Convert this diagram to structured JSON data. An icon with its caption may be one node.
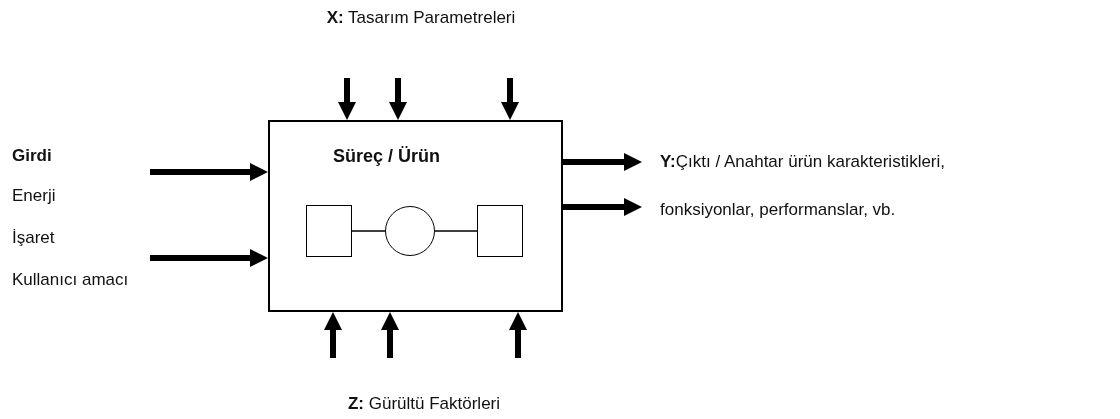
{
  "diagram": {
    "nodes": [
      {
        "text": [
          "Süreç / Ürün"
        ]
      },
      {
        "text": [],
        "shape": "box",
        "in": 0
      },
      {
        "text": [],
        "shape": "circle",
        "in": 0
      },
      {
        "text": [],
        "shape": "box",
        "in": 0
      }
    ],
    "edges": [
      {
        "from": 1,
        "to": 2,
        "arrow": "none"
      },
      {
        "from": 2,
        "to": 3,
        "arrow": "none"
      },
      {
        "from": null,
        "to": 0,
        "arrow": "to"
      },
      {
        "from": null,
        "to": 0,
        "arrow": "to"
      },
      {
        "from": null,
        "to": 0,
        "arrow": "to"
      },
      {
        "from": null,
        "to": 0,
        "arrow": "to"
      },
      {
        "from": null,
        "to": 0,
        "arrow": "to"
      },
      {
        "from": 0,
        "to": null,
        "arrow": "to"
      },
      {
        "from": 0,
        "to": null,
        "arrow": "to"
      },
      {
        "from": null,
        "to": 0,
        "arrow": "to"
      },
      {
        "from": null,
        "to": 0,
        "arrow": "to"
      },
      {
        "from": null,
        "to": 0,
        "arrow": "to"
      }
    ],
    "labels": [
      "**X:** Tasarım Parametreleri",
      "Girdi",
      "Enerji",
      "İşaret",
      "Kullanıcı amacı",
      "**Y:**Çıktı / Anahtar ürün karakteristikleri,",
      "fonksiyonlar, performanslar, vb.",
      "**Z:** Gürültü Faktörleri"
    ]
  }
}
